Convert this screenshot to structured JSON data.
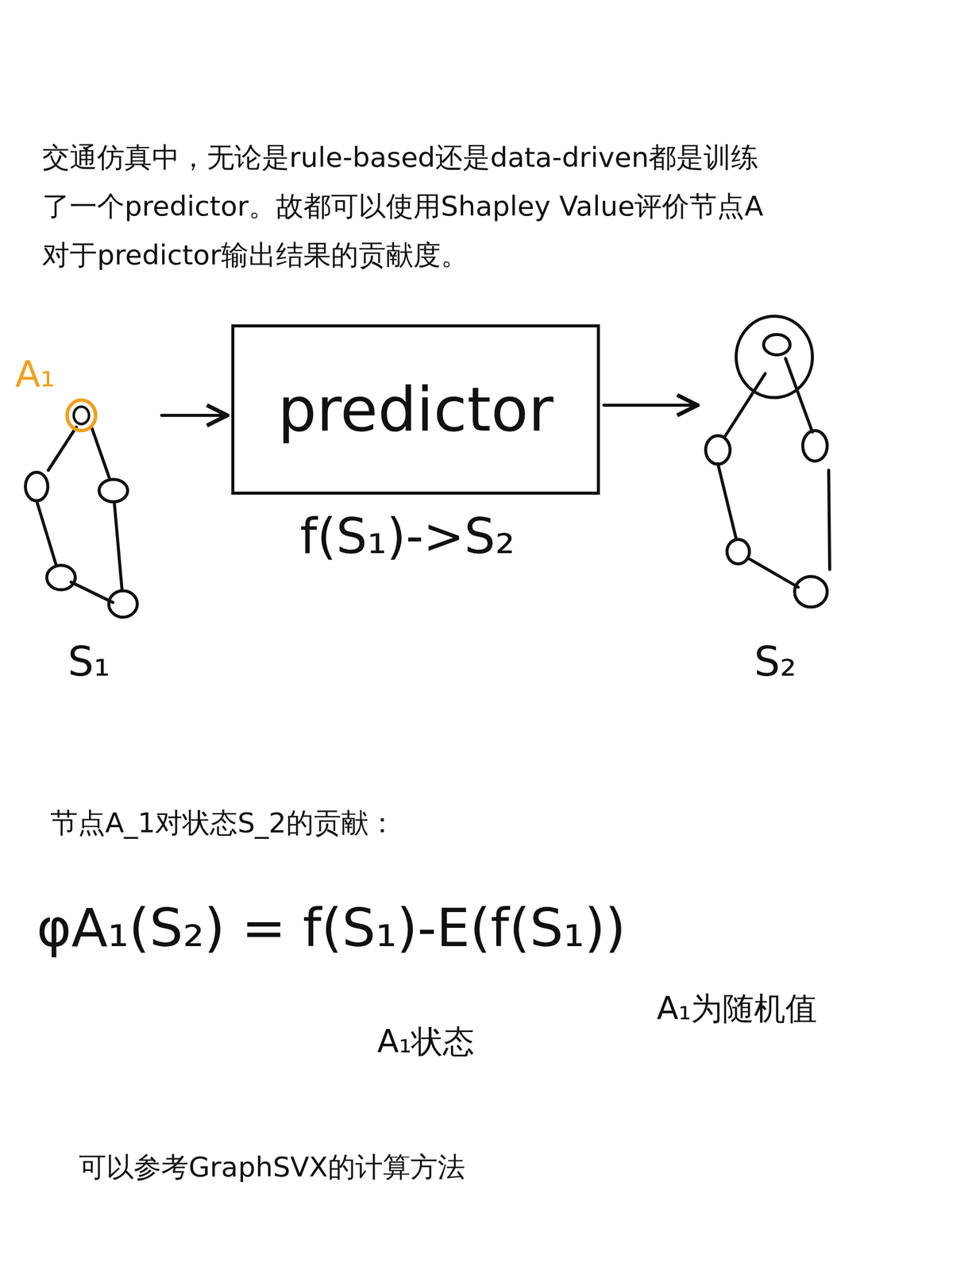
{
  "diagram": {
    "nodes": [
      {
        "text": [
          "S₁"
        ]
      },
      {
        "text": [
          "predictor"
        ]
      },
      {
        "text": [
          "S₂"
        ]
      }
    ],
    "edges": [
      {
        "from": 0,
        "to": 1,
        "arrow": "to"
      },
      {
        "from": 1,
        "to": 2,
        "arrow": "to"
      }
    ],
    "labels": [
      "交通仿真中，无论是rule-based还是data-driven都是训练了一个predictor。故都可以使用Shapley Value评价节点A对于predictor输出结果的贡献度。",
      "A₁",
      "f(S₁)->S₂",
      "节点A_1对状态S_2的贡献：",
      "φA₁(S₂) = f(S₁)-E(f(S₁))",
      "A₁状态",
      "A₁为随机值",
      "可以参考GraphSVX的计算方法"
    ]
  }
}
